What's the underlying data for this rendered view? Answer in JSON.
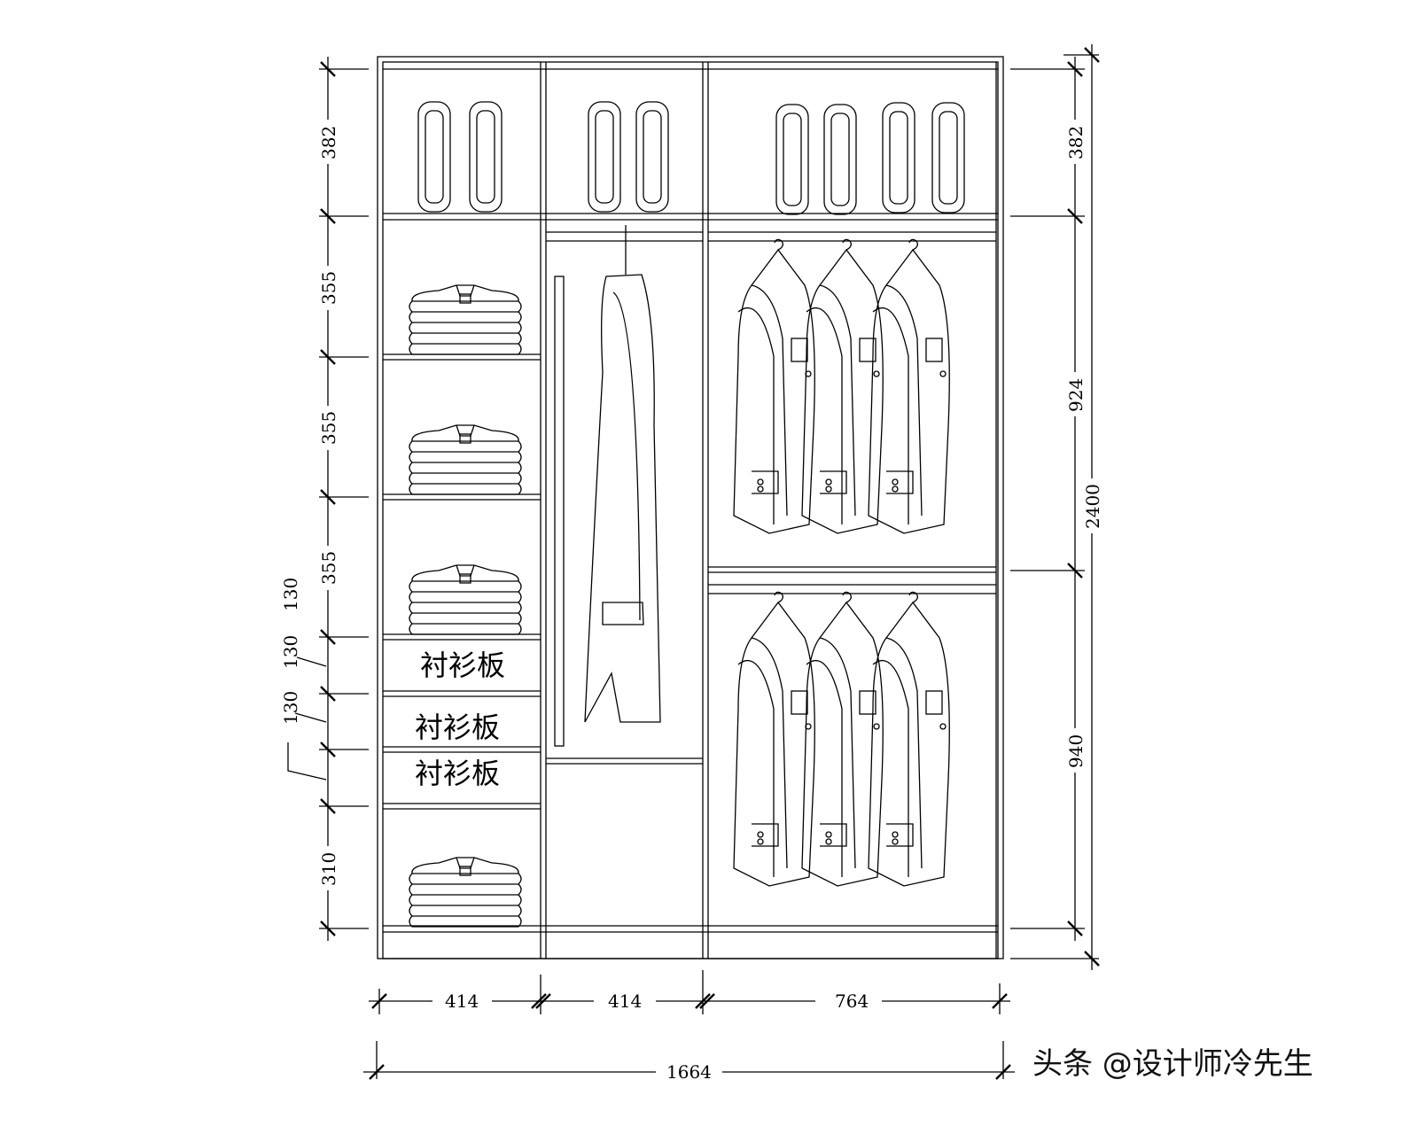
{
  "drawing": {
    "left_dimensions": [
      "382",
      "355",
      "355",
      "355",
      "130",
      "130",
      "130",
      "310"
    ],
    "right_dimensions": [
      "382",
      "924",
      "940"
    ],
    "overall_height": "2400",
    "bottom_dimensions": [
      "414",
      "414",
      "764"
    ],
    "overall_width": "1664",
    "shelf_labels": [
      "衬衫板",
      "衬衫板",
      "衬衫板"
    ],
    "watermark": "头条 @设计师冷先生"
  }
}
